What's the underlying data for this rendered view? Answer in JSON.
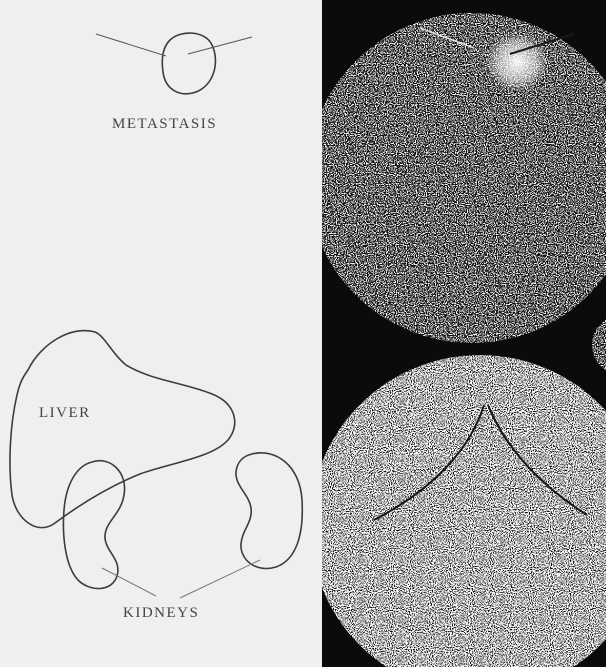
{
  "labels": {
    "metastasis": "METASTASIS",
    "liver": "LIVER",
    "kidneys": "KIDNEYS"
  },
  "colors": {
    "paper": "#efefed",
    "ink": "#3c3c3c",
    "scan_background": "#0b0b0b",
    "scan_dots": "#ffffff"
  }
}
